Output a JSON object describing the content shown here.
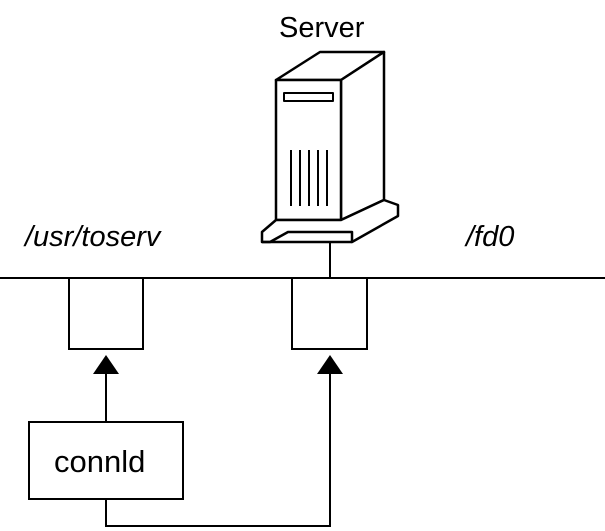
{
  "diagram": {
    "server_label": "Server",
    "left_path_label": "/usr/toserv",
    "right_path_label": "/fd0",
    "connid_label": "connld"
  },
  "colors": {
    "stroke": "#000000",
    "background": "#ffffff"
  },
  "icons": {
    "server": "server-tower-icon"
  }
}
